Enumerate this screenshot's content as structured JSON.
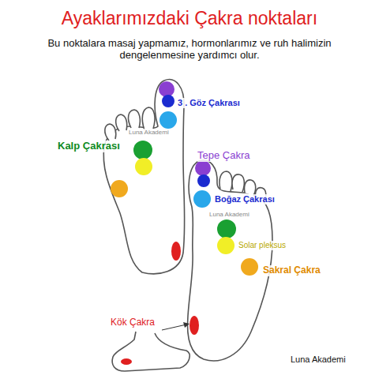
{
  "diagram": {
    "title": "Ayaklarımızdaki Çakra noktaları",
    "labels": [
      "Bu noktalara masaj yapmamız, hormonlarımız ve ruh halimizin dengelenmesine yardımcı olur.",
      "3 . Göz Çakrası",
      "Kalp Çakrası",
      "Luna Akademi",
      "Tepe Çakra",
      "Boğaz Çakrası",
      "Luna Akademi",
      "Solar pleksus",
      "Sakral Çakra",
      "Kök Çakra",
      "Luna Akademi"
    ]
  }
}
